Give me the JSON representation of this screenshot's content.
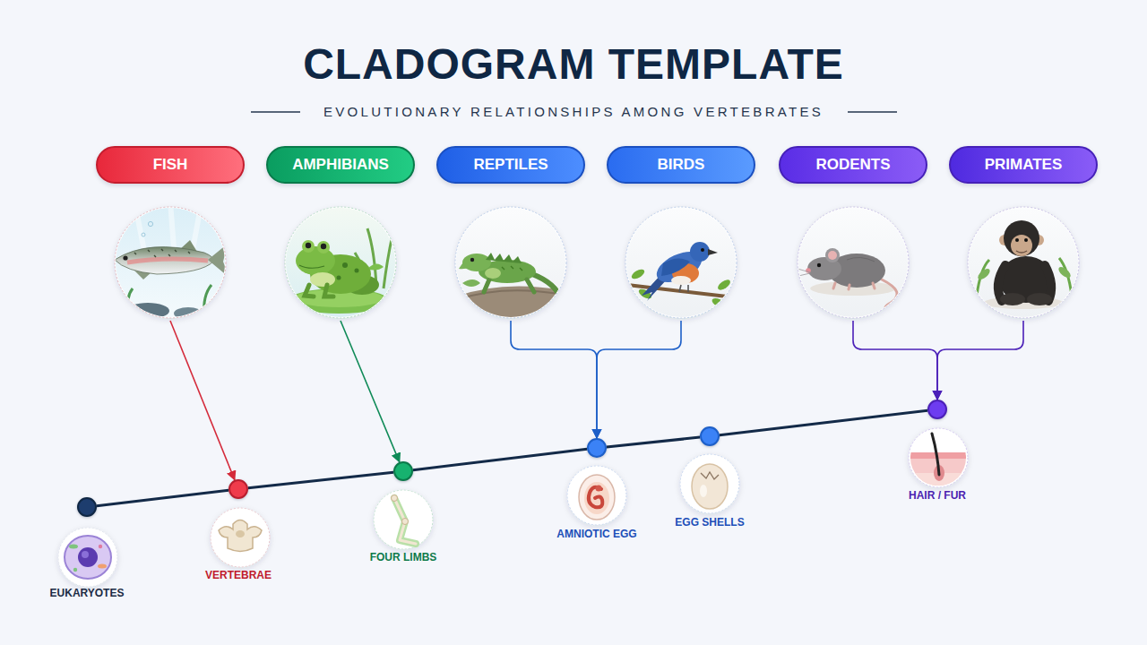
{
  "diagram": {
    "title": "CLADOGRAM TEMPLATE",
    "nodes": [
      {
        "text": [
          "FISH"
        ]
      },
      {
        "text": [
          "AMPHIBIANS"
        ]
      },
      {
        "text": [
          "REPTILES"
        ]
      },
      {
        "text": [
          "BIRDS"
        ]
      },
      {
        "text": [
          "RODENTS"
        ]
      },
      {
        "text": [
          "PRIMATES"
        ]
      },
      {
        "text": [
          "EUKARYOTES"
        ]
      },
      {
        "text": [
          "VERTEBRAE"
        ]
      },
      {
        "text": [
          "FOUR LIMBS"
        ]
      },
      {
        "text": [
          "AMNIOTIC EGG"
        ]
      },
      {
        "text": [
          "EGG SHELLS"
        ]
      },
      {
        "text": [
          "HAIR / FUR"
        ]
      }
    ],
    "edges": [
      {
        "from": 0,
        "to": 7,
        "arrow": "to"
      },
      {
        "from": 1,
        "to": 8,
        "arrow": "to"
      },
      {
        "from": 2,
        "to": 9,
        "arrow": "to"
      },
      {
        "from": 3,
        "to": 9,
        "arrow": "to"
      },
      {
        "from": 4,
        "to": 11,
        "arrow": "to"
      },
      {
        "from": 5,
        "to": 11,
        "arrow": "to"
      },
      {
        "from": 6,
        "to": 7,
        "arrow": "none"
      },
      {
        "from": 7,
        "to": 8,
        "arrow": "none"
      },
      {
        "from": 8,
        "to": 9,
        "arrow": "none"
      },
      {
        "from": 9,
        "to": 10,
        "arrow": "none"
      },
      {
        "from": 10,
        "to": 11,
        "arrow": "none"
      }
    ],
    "labels": [
      "EVOLUTIONARY RELATIONSHIPS AMONG VERTEBRATES"
    ]
  }
}
